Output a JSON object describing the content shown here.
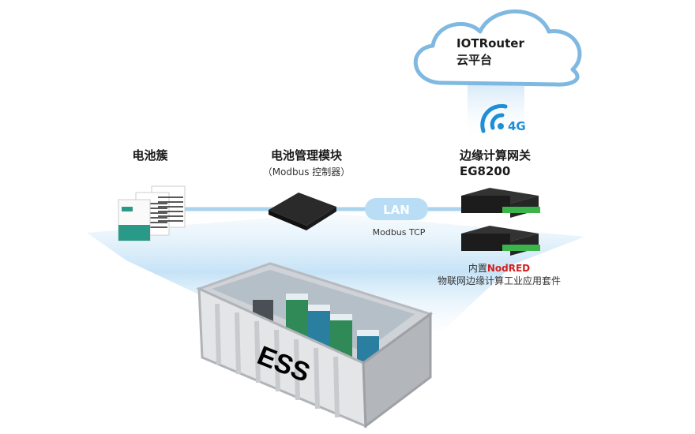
{
  "cloud": {
    "title": "IOTRouter",
    "subtitle": "云平台"
  },
  "wireless": {
    "label": "4G"
  },
  "battery_cluster": {
    "label": "电池簇"
  },
  "bms": {
    "label": "电池管理模块",
    "sublabel": "（Modbus 控制器）"
  },
  "link": {
    "label": "LAN",
    "protocol": "Modbus TCP"
  },
  "gateway": {
    "label": "边缘计算网关",
    "model": "EG8200",
    "feature_prefix": "内置",
    "feature_highlight": "NodRED",
    "feature_desc": "物联网边缘计算工业应用套件"
  },
  "container": {
    "label": "ESS"
  },
  "colors": {
    "accent": "#3a9ad9",
    "highlight": "#d42020",
    "link": "#a9d3ef"
  }
}
